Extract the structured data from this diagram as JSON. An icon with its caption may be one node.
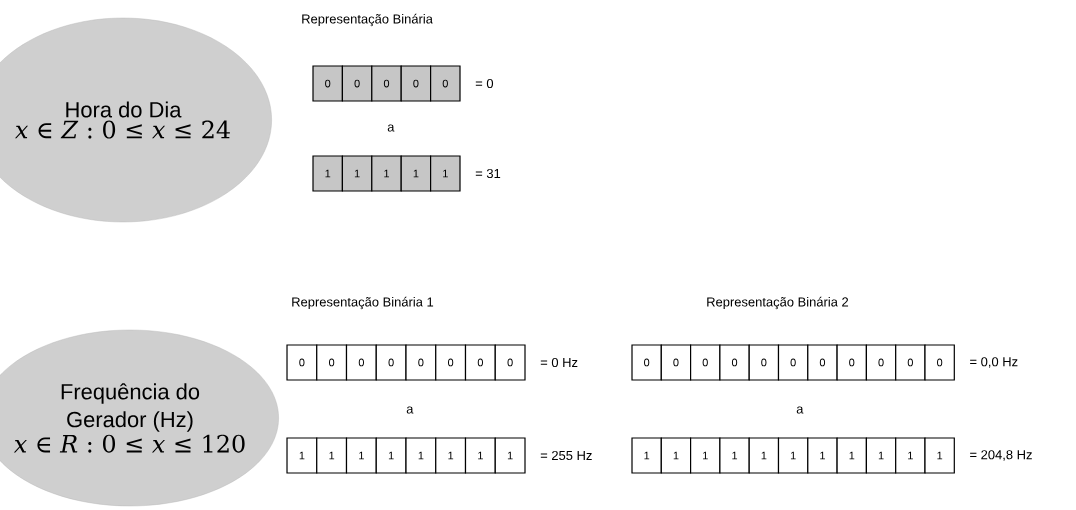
{
  "diagram": {
    "nodes": [
      {
        "text": [
          "Hora do Dia",
          "*x* ∈ *Z* : 0 ≤ *x* ≤ 24"
        ]
      },
      {
        "text": [
          "0",
          "0",
          "0",
          "0",
          "0"
        ],
        "beside": [
          "= 0"
        ]
      },
      {
        "text": [
          "1",
          "1",
          "1",
          "1",
          "1"
        ],
        "beside": [
          "= 31"
        ]
      },
      {
        "text": [
          "Frequência do Gerador (Hz)",
          "*x* ∈ *R* : 0 ≤ *x* ≤ 120"
        ]
      },
      {
        "text": [
          "0",
          "0",
          "0",
          "0",
          "0",
          "0",
          "0",
          "0"
        ],
        "beside": [
          "= 0 Hz"
        ]
      },
      {
        "text": [
          "1",
          "1",
          "1",
          "1",
          "1",
          "1",
          "1",
          "1"
        ],
        "beside": [
          "= 255 Hz"
        ]
      },
      {
        "text": [
          "0",
          "0",
          "0",
          "0",
          "0",
          "0",
          "0",
          "0",
          "0",
          "0",
          "0"
        ],
        "beside": [
          "= 0,0 Hz"
        ]
      },
      {
        "text": [
          "1",
          "1",
          "1",
          "1",
          "1",
          "1",
          "1",
          "1",
          "1",
          "1",
          "1"
        ],
        "beside": [
          "= 204,8 Hz"
        ]
      }
    ],
    "labels": [
      "Representação Binária",
      "a",
      "Representação Binária 1",
      "Representação Binária 2",
      "a",
      "a"
    ]
  }
}
